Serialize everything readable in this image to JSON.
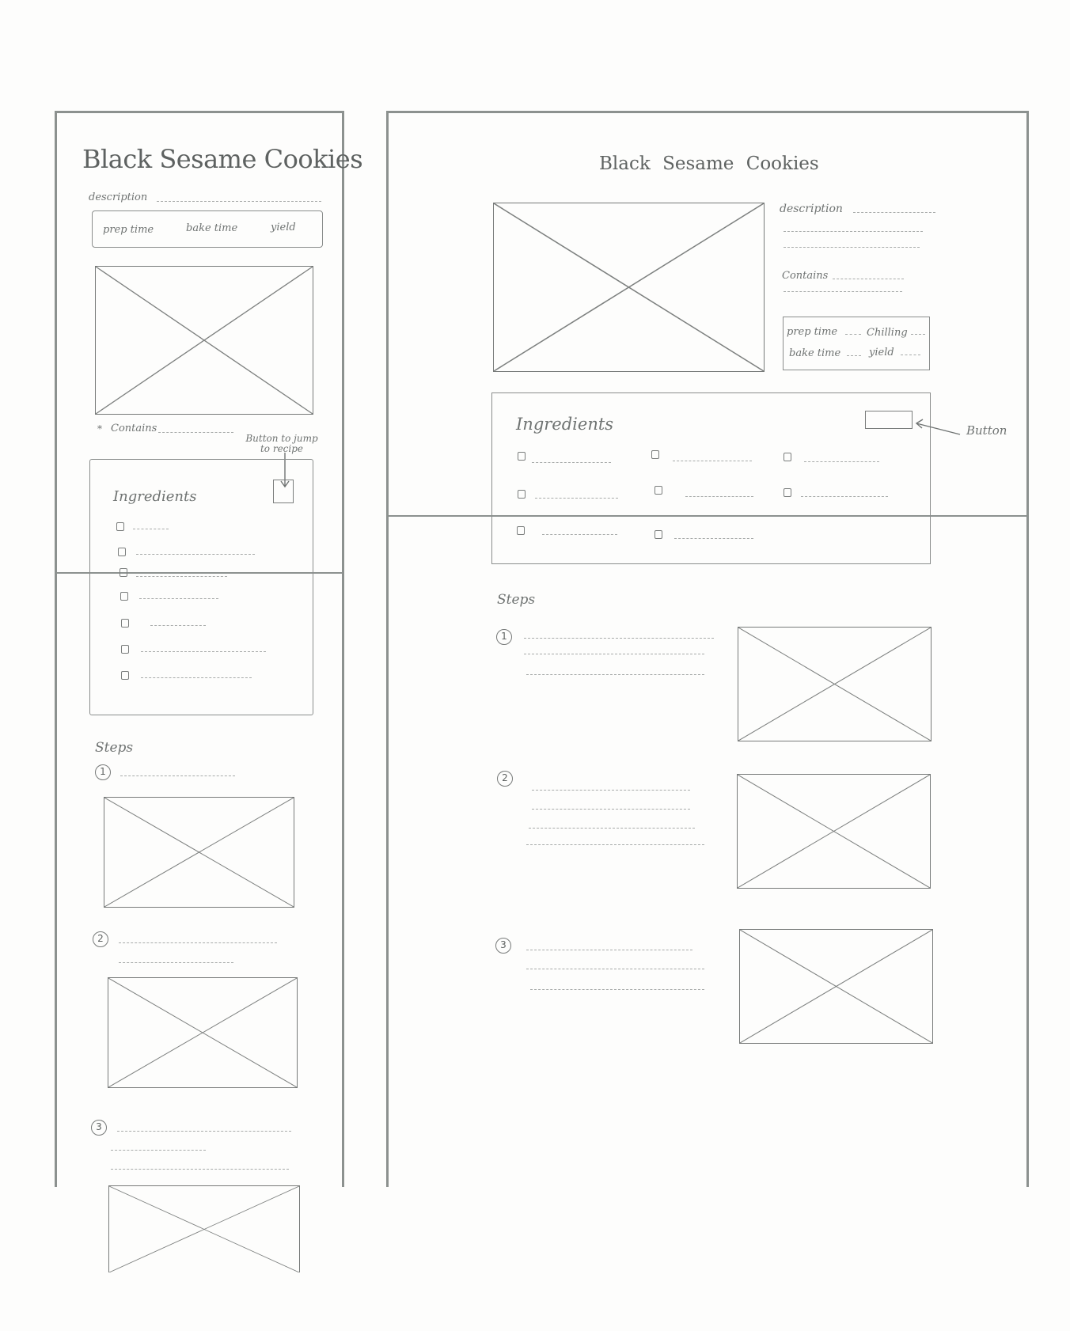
{
  "mobile": {
    "title": "Black Sesame Cookies",
    "description_label": "description",
    "meta_box": {
      "prep": "prep time",
      "bake": "bake time",
      "yield": "yield"
    },
    "contains_label": "Contains",
    "contains_bullet": "*",
    "button_note": "Button to jump to recipe",
    "ingredients_title": "Ingredients",
    "steps_title": "Steps",
    "steps": [
      "1",
      "2",
      "3"
    ]
  },
  "desktop": {
    "title": "Black Sesame Cookies",
    "description_label": "description",
    "contains_label": "Contains",
    "meta_box": {
      "prep": "prep time",
      "chilling": "Chilling",
      "bake": "bake time",
      "yield": "yield"
    },
    "ingredients_title": "Ingredients",
    "button_annotation": "Button",
    "steps_title": "Steps",
    "steps": [
      "1",
      "2",
      "3"
    ]
  }
}
